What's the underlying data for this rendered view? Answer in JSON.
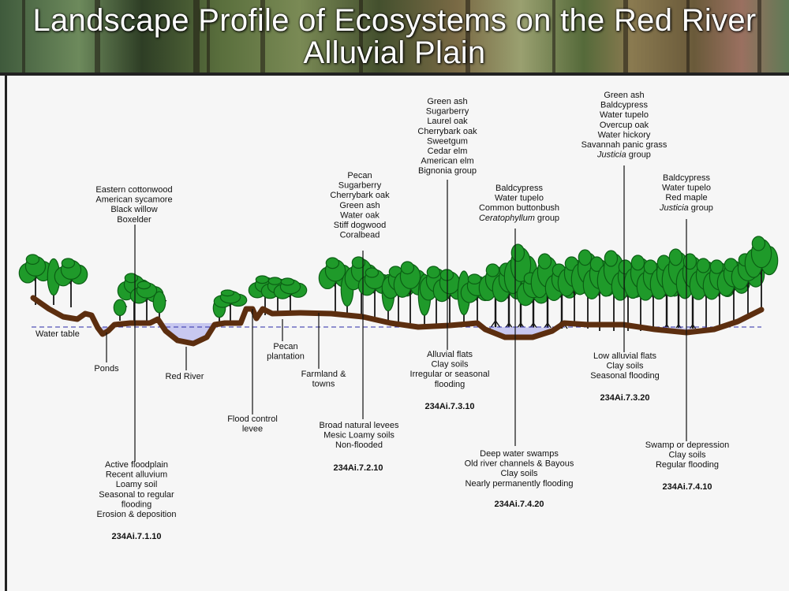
{
  "title": "Landscape Profile of Ecosystems on the Red River Alluvial Plain",
  "water_table_label": "Water table",
  "labels": {
    "ponds": [
      "Ponds"
    ],
    "red_river": [
      "Red River"
    ],
    "flood_control_levee": [
      "Flood control",
      "levee"
    ],
    "pecan_plantation": [
      "Pecan",
      "plantation"
    ],
    "farmland_towns": [
      "Farmland &",
      "towns"
    ],
    "floodplain_species": [
      "Eastern cottonwood",
      "American sycamore",
      "Black willow",
      "Boxelder"
    ],
    "levee_species": [
      "Pecan",
      "Sugarberry",
      "Cherrybark oak",
      "Green ash",
      "Water oak",
      "Stiff dogwood",
      "Coralbead"
    ],
    "flats_species": [
      "Green ash",
      "Sugarberry",
      "Laurel oak",
      "Cherrybark oak",
      "Sweetgum",
      "Cedar elm",
      "American elm",
      "Bignonia group"
    ],
    "swamp_species": [
      "Baldcypress",
      "Water tupelo",
      "Common buttonbush",
      "Ceratophyllum group"
    ],
    "low_flats_species": [
      "Green ash",
      "Baldcypress",
      "Water tupelo",
      "Overcup oak",
      "Water hickory",
      "Savannah panic grass",
      "Justicia group"
    ],
    "depression_species": [
      "Baldcypress",
      "Water tupelo",
      "Red maple",
      "Justicia group"
    ],
    "floodplain_desc": [
      "Active floodplain",
      "Recent alluvium",
      "Loamy soil",
      "Seasonal to regular",
      "flooding",
      "Erosion & deposition"
    ],
    "levee_desc": [
      "Broad natural levees",
      "Mesic Loamy soils",
      "Non-flooded"
    ],
    "flats_desc": [
      "Alluvial flats",
      "Clay soils",
      "Irregular or seasonal",
      "flooding"
    ],
    "swamp_desc": [
      "Deep water swamps",
      "Old river channels & Bayous",
      "Clay soils",
      "Nearly permanently flooding"
    ],
    "low_flats_desc": [
      "Low alluvial flats",
      "Clay soils",
      "Seasonal flooding"
    ],
    "depression_desc": [
      "Swamp or depression",
      "Clay soils",
      "Regular flooding"
    ]
  },
  "codes": {
    "floodplain": "234Ai.7.1.10",
    "levee": "234Ai.7.2.10",
    "flats": "234Ai.7.3.10",
    "swamp": "234Ai.7.4.20",
    "low_flats": "234Ai.7.3.20",
    "depression": "234Ai.7.4.10"
  },
  "colors": {
    "ground": "#5c2e0f",
    "water": "#c8c8f0",
    "water_table_line": "#2a2aa8",
    "foliage": "#1f9a2a",
    "foliage_dark": "#0b5f14",
    "trunk": "#161616"
  }
}
